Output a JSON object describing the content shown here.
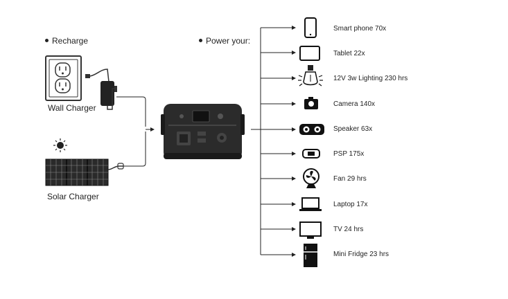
{
  "recharge": {
    "heading": "Recharge",
    "wall_charger_label": "Wall Charger",
    "solar_charger_label": "Solar Charger"
  },
  "power": {
    "heading": "Power your:",
    "devices": [
      {
        "icon": "smartphone-icon",
        "label": "Smart phone  70x"
      },
      {
        "icon": "tablet-icon",
        "label": "Tablet  22x"
      },
      {
        "icon": "bulb-icon",
        "label": "12V 3w Lighting  230 hrs"
      },
      {
        "icon": "camera-icon",
        "label": "Camera  140x"
      },
      {
        "icon": "speaker-icon",
        "label": "Speaker 63x"
      },
      {
        "icon": "psp-icon",
        "label": "PSP  175x"
      },
      {
        "icon": "fan-icon",
        "label": "Fan 29 hrs"
      },
      {
        "icon": "laptop-icon",
        "label": "Laptop  17x"
      },
      {
        "icon": "tv-icon",
        "label": "TV  24 hrs"
      },
      {
        "icon": "fridge-icon",
        "label": "Mini Fridge  23 hrs"
      }
    ]
  },
  "colors": {
    "line": "#222222",
    "station": "#2b2b2b",
    "panel": "#3a3a3a"
  }
}
